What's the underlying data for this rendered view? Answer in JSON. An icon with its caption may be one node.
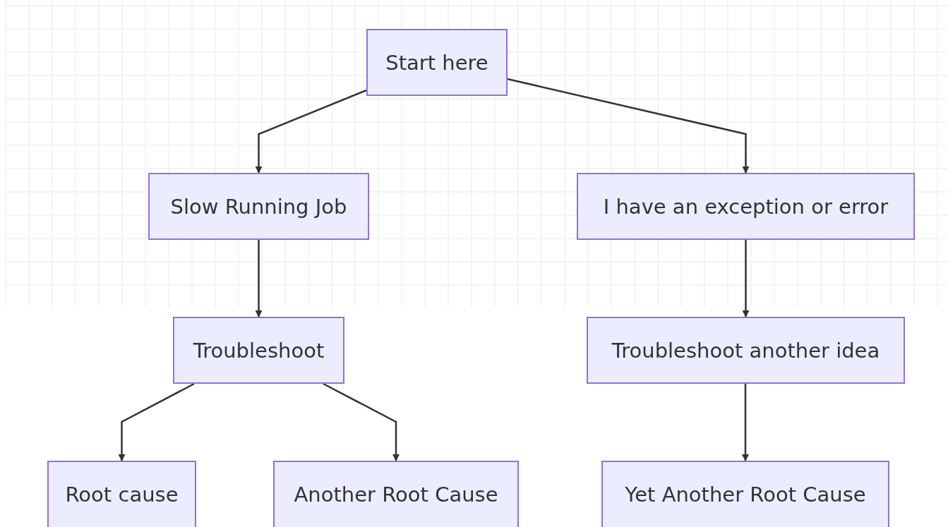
{
  "diagram": {
    "nodes": [
      {
        "text": [
          "Start here"
        ]
      },
      {
        "text": [
          "Slow Running Job"
        ]
      },
      {
        "text": [
          "I have an exception or error"
        ]
      },
      {
        "text": [
          "Troubleshoot"
        ]
      },
      {
        "text": [
          "Troubleshoot another idea"
        ]
      },
      {
        "text": [
          "Root cause"
        ]
      },
      {
        "text": [
          "Another Root Cause"
        ]
      },
      {
        "text": [
          "Yet Another Root Cause"
        ]
      }
    ],
    "edges": [
      {
        "from": 0,
        "to": 1,
        "arrow": "to"
      },
      {
        "from": 0,
        "to": 2,
        "arrow": "to"
      },
      {
        "from": 1,
        "to": 3,
        "arrow": "to"
      },
      {
        "from": 2,
        "to": 4,
        "arrow": "to"
      },
      {
        "from": 3,
        "to": 5,
        "arrow": "to"
      },
      {
        "from": 3,
        "to": 6,
        "arrow": "to"
      },
      {
        "from": 4,
        "to": 7,
        "arrow": "to"
      }
    ]
  }
}
